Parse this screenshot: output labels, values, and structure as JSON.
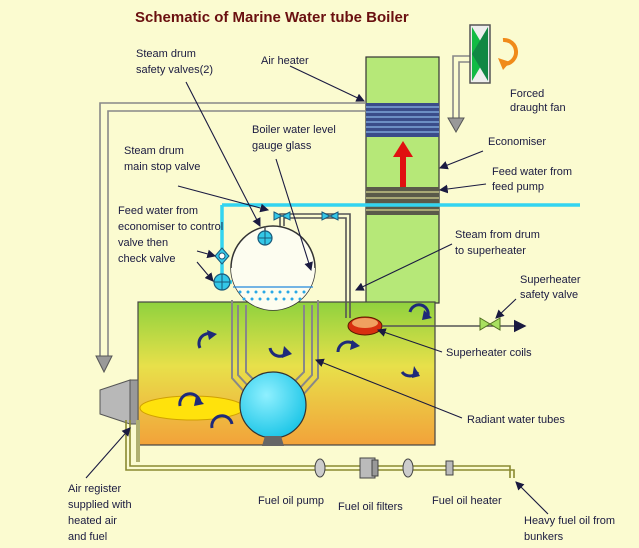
{
  "title": "Schematic of Marine Water tube Boiler",
  "labels": {
    "steam_drum_safety_valves": [
      "Steam drum",
      "safety valves(2)"
    ],
    "air_heater": "Air heater",
    "forced_draught_fan": [
      "Forced",
      "draught fan"
    ],
    "boiler_water_level_gauge": [
      "Boiler water level",
      "gauge glass"
    ],
    "steam_drum_main_stop": [
      "Steam drum",
      "main stop valve"
    ],
    "economiser": "Economiser",
    "feed_water_from_pump": [
      "Feed water from",
      "feed pump"
    ],
    "feed_water_from_economiser": [
      "Feed water from",
      "economiser to control",
      "valve then",
      "check valve"
    ],
    "steam_from_drum": [
      "Steam from drum",
      "to superheater"
    ],
    "superheater_safety_valve": [
      "Superheater",
      "safety valve"
    ],
    "superheater_coils": "Superheater coils",
    "radiant_water_tubes": "Radiant water tubes",
    "air_register": [
      "Air register",
      "supplied with",
      "heated air",
      "and fuel"
    ],
    "fuel_oil_pump": "Fuel oil pump",
    "fuel_oil_filters": "Fuel oil filters",
    "fuel_oil_heater": "Fuel oil heater",
    "heavy_fuel_oil": [
      "Heavy fuel oil from",
      "bunkers"
    ]
  },
  "colors": {
    "background": "#fbfbd0",
    "uptake": "#b6e878",
    "furnace_top": "#8fd23e",
    "furnace_bottom": "#f2a23a",
    "water_drum": "#27d6f0",
    "feed_line": "#33d4f0",
    "hot_gas_arrow": "#e01010",
    "flow_arrow": "#1e2a7a",
    "superheater_coil": "#d83010"
  }
}
